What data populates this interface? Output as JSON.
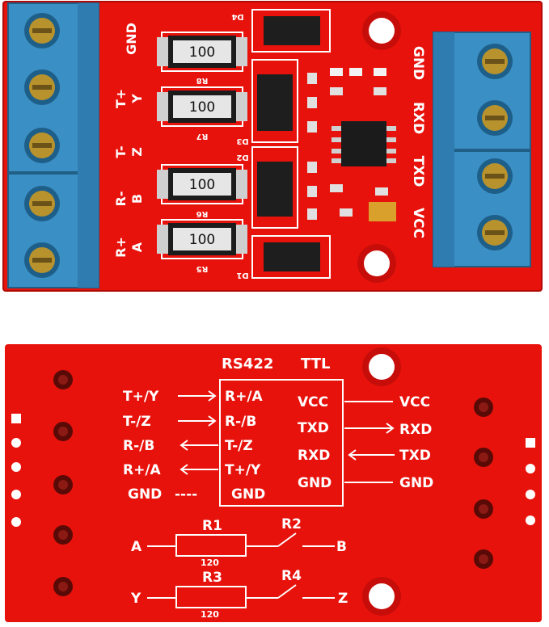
{
  "top_board": {
    "left_labels": {
      "gnd": "GND",
      "t_plus": "T+",
      "y": "Y",
      "t_minus": "T-",
      "z": "Z",
      "r_minus": "R-",
      "b": "B",
      "r_plus": "R+",
      "a": "A"
    },
    "right_labels": [
      "GND",
      "RXD",
      "TXD",
      "VCC"
    ],
    "resistors": [
      {
        "value": "100",
        "ref": "R8"
      },
      {
        "value": "100",
        "ref": "R7"
      },
      {
        "value": "100",
        "ref": "R6"
      },
      {
        "value": "100",
        "ref": "R5"
      }
    ],
    "diodes": [
      "D4",
      "D3",
      "D2",
      "D1"
    ]
  },
  "bottom_board": {
    "title_left": "RS422",
    "title_right": "TTL",
    "left_signals": [
      "T+/Y",
      "T-/Z",
      "R-/B",
      "R+/A",
      "GND"
    ],
    "center_left": [
      "R+/A",
      "R-/B",
      "T-/Z",
      "T+/Y",
      "GND"
    ],
    "center_right": [
      "VCC",
      "TXD",
      "RXD",
      "GND"
    ],
    "right_signals": [
      "VCC",
      "RXD",
      "TXD",
      "GND"
    ],
    "gnd_dash": "----",
    "resistors": [
      {
        "ref": "R1",
        "value": "120",
        "left_pin": "A"
      },
      {
        "ref": "R3",
        "value": "120",
        "left_pin": "Y"
      }
    ],
    "switches": [
      {
        "ref": "R2",
        "right_pin": "B"
      },
      {
        "ref": "R4",
        "right_pin": "Z"
      }
    ]
  },
  "colors": {
    "pcb": "#e8120c",
    "terminal": "#3a8fc4",
    "silkscreen": "#ffffff"
  }
}
